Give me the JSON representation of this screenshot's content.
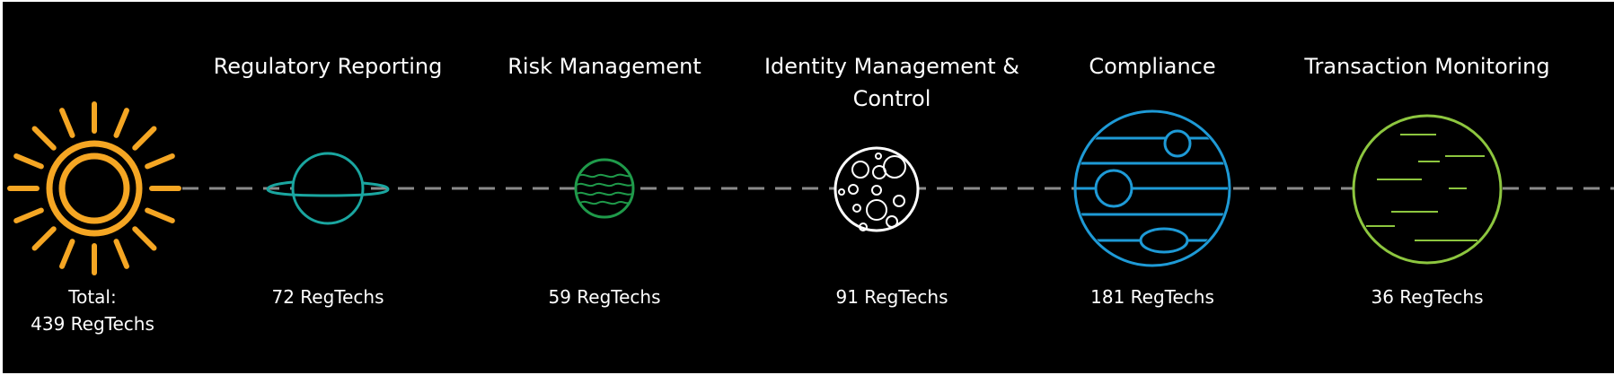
{
  "colors": {
    "background": "#000000",
    "text": "#ffffff",
    "orbit": "#8a8a8a",
    "sun": "#f5a623",
    "regulatory_reporting": "#1aa6a0",
    "risk_management": "#1f9a4a",
    "identity_management": "#ffffff",
    "compliance": "#1e9ad6",
    "transaction_monitoring": "#8dc63f"
  },
  "sun": {
    "icon": "sun-icon",
    "total_label": "Total:",
    "total_value": "439 RegTechs"
  },
  "planets": [
    {
      "icon": "ringed-planet-icon",
      "title_lines": [
        "Regulatory Reporting"
      ],
      "count": "72 RegTechs",
      "value": 72
    },
    {
      "icon": "wavy-planet-icon",
      "title_lines": [
        "Risk Management"
      ],
      "count": "59 RegTechs",
      "value": 59
    },
    {
      "icon": "moon-icon",
      "title_lines": [
        "Identity Management &",
        "Control"
      ],
      "count": "91 RegTechs",
      "value": 91
    },
    {
      "icon": "gas-giant-icon",
      "title_lines": [
        "Compliance"
      ],
      "count": "181 RegTechs",
      "value": 181
    },
    {
      "icon": "streaked-planet-icon",
      "title_lines": [
        "Transaction Monitoring"
      ],
      "count": "36 RegTechs",
      "value": 36
    }
  ]
}
